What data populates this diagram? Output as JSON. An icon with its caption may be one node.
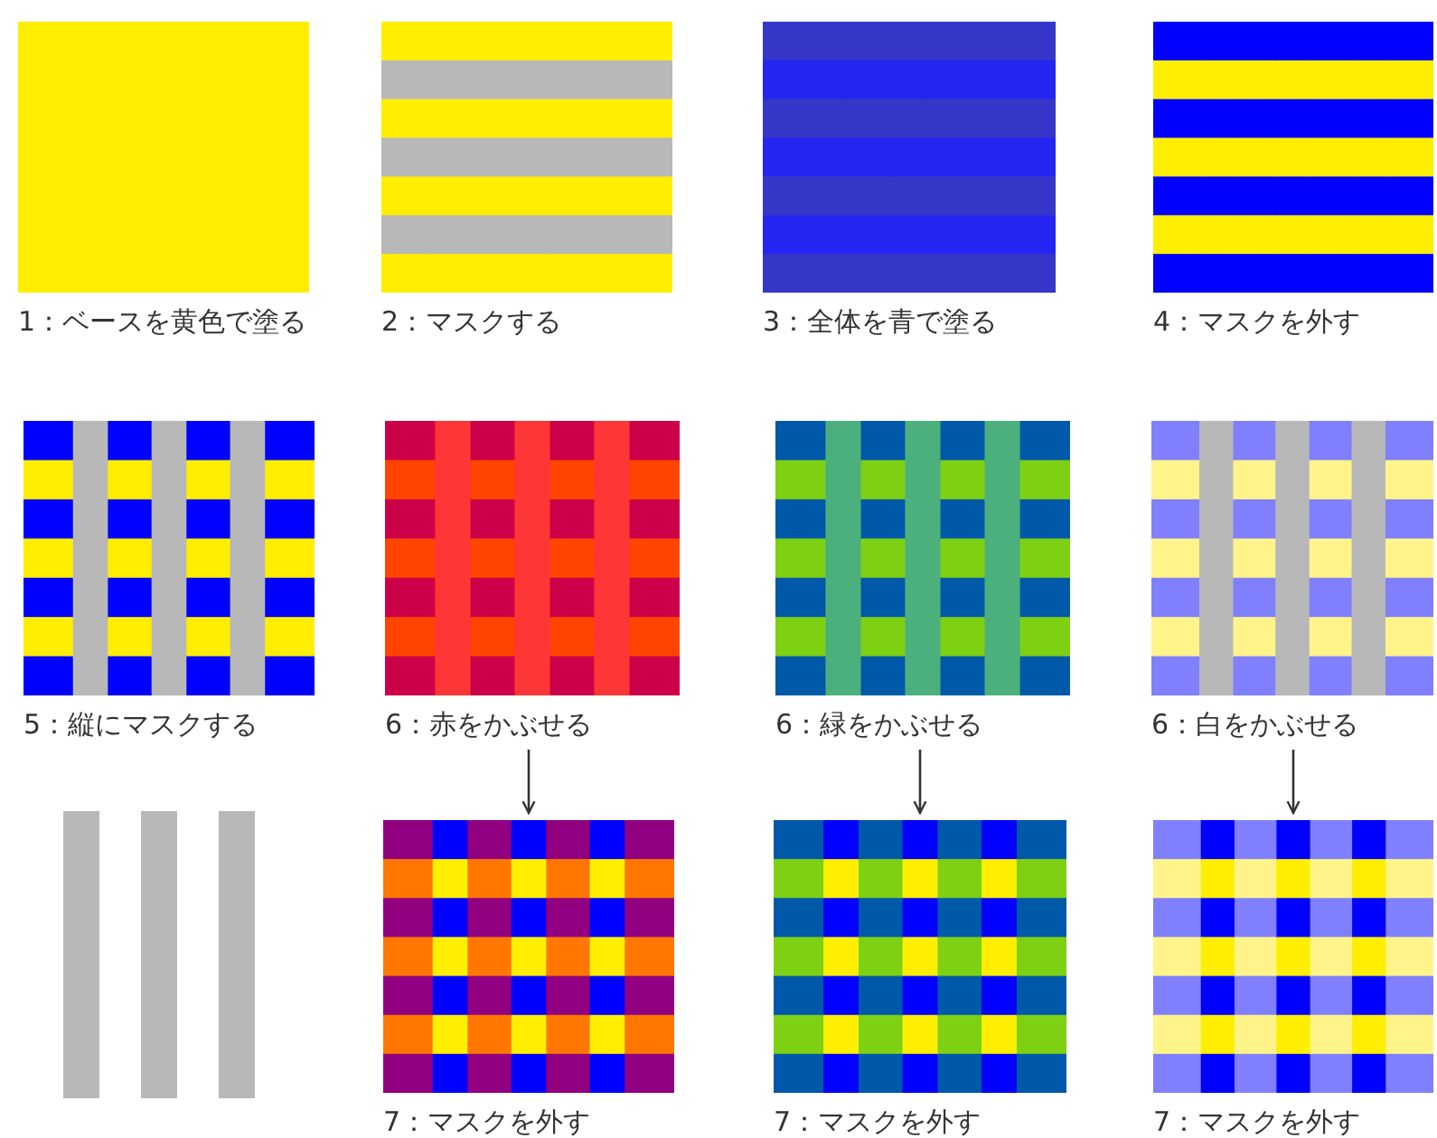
{
  "diagram": {
    "nodes": [
      {
        "text": [
          "1：ベースを黄色で塗る"
        ]
      },
      {
        "text": [
          "2：マスクする"
        ]
      },
      {
        "text": [
          "3：全体を青で塗る"
        ]
      },
      {
        "text": [
          "4：マスクを外す"
        ]
      },
      {
        "text": [
          "5：縦にマスクする"
        ]
      },
      {
        "text": [
          "6：赤をかぶせる"
        ]
      },
      {
        "text": [
          "6：緑をかぶせる"
        ]
      },
      {
        "text": [
          "6：白をかぶせる"
        ]
      },
      {
        "text": [],
        "shape": "bar"
      },
      {
        "text": [
          "7：マスクを外す"
        ]
      },
      {
        "text": [
          "7：マスクを外す"
        ]
      },
      {
        "text": [
          "7：マスクを外す"
        ]
      }
    ],
    "edges": [
      {
        "from": 5,
        "to": 9,
        "arrow": "to"
      },
      {
        "from": 6,
        "to": 10,
        "arrow": "to"
      },
      {
        "from": 7,
        "to": 11,
        "arrow": "to"
      }
    ]
  }
}
